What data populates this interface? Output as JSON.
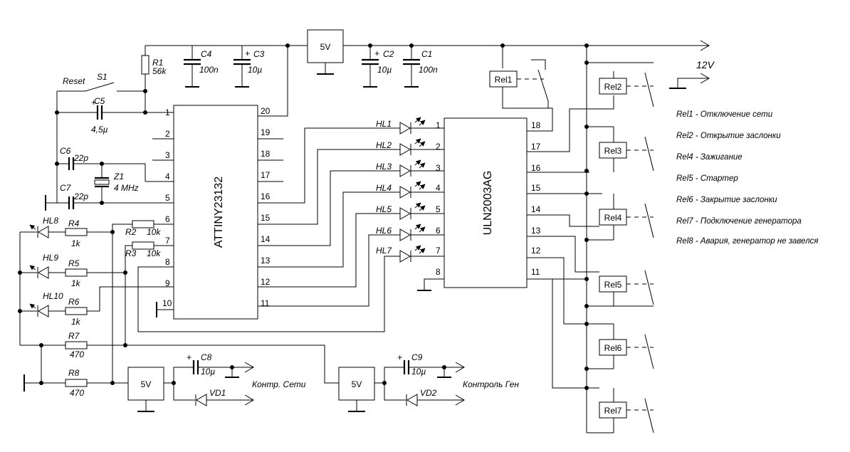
{
  "title": "",
  "power": {
    "v12": "12V",
    "reg1": "5V",
    "reg2": "5V",
    "reg3": "5V"
  },
  "mcu": {
    "name": "ATTINY23132",
    "pins_left": [
      "1",
      "2",
      "3",
      "4",
      "5",
      "6",
      "7",
      "8",
      "9",
      "10"
    ],
    "pins_right": [
      "20",
      "19",
      "18",
      "17",
      "16",
      "15",
      "14",
      "13",
      "12",
      "11"
    ]
  },
  "driver": {
    "name": "ULN2003AG",
    "pins_left": [
      "1",
      "2",
      "3",
      "4",
      "5",
      "6",
      "7",
      "8"
    ],
    "pins_right": [
      "18",
      "17",
      "16",
      "15",
      "14",
      "13",
      "12",
      "11"
    ]
  },
  "components": {
    "r1": "R1",
    "r1v": "56k",
    "c4": "C4",
    "c4v": "100n",
    "c3": "C3",
    "c3v": "10µ",
    "c2": "C2",
    "c2v": "10µ",
    "c1": "C1",
    "c1v": "100n",
    "reset": "Reset",
    "s1": "S1",
    "c5": "C5",
    "c5v": "4,5µ",
    "c6": "C6",
    "c6v": "22p",
    "c7": "C7",
    "c7v": "22p",
    "z1": "Z1",
    "z1v": "4 MHz",
    "hl8": "HL8",
    "hl9": "HL9",
    "hl10": "HL10",
    "r4": "R4",
    "r4v": "1k",
    "r5": "R5",
    "r5v": "1k",
    "r6": "R6",
    "r6v": "1k",
    "r2": "R2",
    "r2v": "10k",
    "r3": "R3",
    "r3v": "10k",
    "r7": "R7",
    "r7v": "470",
    "r8": "R8",
    "r8v": "470",
    "c8": "C8",
    "c8v": "10µ",
    "c9": "C9",
    "c9v": "10µ",
    "vd1": "VD1",
    "vd2": "VD2",
    "ctrl_net": "Контр. Сети",
    "ctrl_gen": "Контроль Ген",
    "leds": [
      "HL1",
      "HL2",
      "HL3",
      "HL4",
      "HL5",
      "HL6",
      "HL7"
    ],
    "relays": [
      "Rel1",
      "Rel2",
      "Rel3",
      "Rel4",
      "Rel5",
      "Rel6",
      "Rel7"
    ]
  },
  "legend": [
    "Rel1 - Отключение сети",
    "Rel2 - Открытие заслонки",
    "Rel4 - Зажигание",
    "Rel5 - Стартер",
    "Rel6 - Закрытие заслонки",
    "Rel7 - Подключение генератора",
    "Rel8 - Авария, генератор не завелся"
  ]
}
